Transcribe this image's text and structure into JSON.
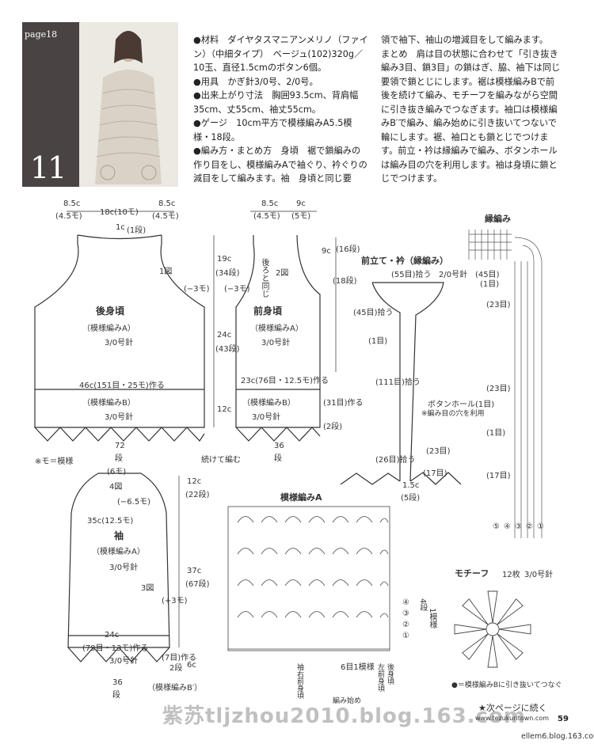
{
  "header": {
    "page_label": "page18",
    "pattern_number": "11"
  },
  "instructions": {
    "col1": "●材料　ダイヤタスマニアンメリノ（ファイン）（中細タイプ）　ベージュ(102)320g／10玉、直径1.5cmのボタン6個。\n●用具　かぎ針3/0号、2/0号。\n●出来上がり寸法　胸囲93.5cm、背肩幅35cm、丈55cm、袖丈55cm。\n●ゲージ　10cm平方で模様編みA5.5模様・18段。\n●編み方・まとめ方　身頃　裾で鎖編みの作り目をし、模様編みAで袖ぐり、衿ぐりの減目をして編みます。袖　身頃と同じ要",
    "col2": "領で袖下、袖山の増減目をして編みます。\nまとめ　肩は目の状態に合わせて「引き抜き編み3目、鎖3目」の鎖はぎ、脇、袖下は同じ要領で鎖とじにします。裾は模様編みBで前後を続けて編み、モチーフを編みながら空間に引き抜き編みでつなぎます。袖口は模様編みB′で編み、編み始めに引き抜いてつないで輪にします。裾、袖口とも鎖とじでつけます。前立・衿は縁編みで編み、ボタンホールは編み目の穴を利用します。袖は身頃に鎖とじでつけます。"
  },
  "back": {
    "fig": "1図",
    "title": "後身頃",
    "pattern": "（模様編みA）",
    "needle": "3/0号針",
    "dim_left": "8.5c",
    "dim_left_sub": "(4.5モ)",
    "dim_mid": "18c(10モ)",
    "dim_right": "8.5c",
    "dim_right_sub": "(4.5モ)",
    "neck": "1c",
    "neck_rows": "(1段)",
    "h1": "19c",
    "h1_rows": "(34段)",
    "dec": "(−3モ)",
    "h2": "24c",
    "h2_rows": "(43段)",
    "h3": "12c",
    "cast_on": "46c(151目・25モ)作る",
    "border": "（模様編みB）",
    "border_needle": "3/0号針",
    "bottom": "72",
    "bottom_unit": "段",
    "note": "※モ＝模様"
  },
  "front": {
    "fig": "2図",
    "title": "前身頃",
    "pattern": "（模様編みA）",
    "needle": "3/0号針",
    "dim_left": "8.5c",
    "dim_left_sub": "(4.5モ)",
    "dim_right": "9c",
    "dim_right_sub": "(5モ)",
    "dec": "(−3モ)",
    "same_as_back": "後ろと同じ",
    "neck_h": "9c",
    "neck_rows": "(16段)",
    "neck_rows2": "(18段)",
    "cast_on": "23c(76目・12.5モ)作る",
    "border": "（模様編みB）",
    "border_needle": "3/0号針",
    "side_rows": "(31目)作る",
    "side_rows2": "(2段)",
    "bottom": "36",
    "bottom_unit": "段",
    "continue": "続けて編む"
  },
  "band": {
    "title": "前立て・衿（縁編み）",
    "pick1": "(55目)拾う",
    "needle": "2/0号針",
    "pick2": "(45目)拾う",
    "r1": "(1目)",
    "pick3": "(111目)拾う",
    "buttonhole": "ボタンホール(1目)",
    "buttonhole_note": "※編み目の穴を利用",
    "r23": "(23目)",
    "pick4": "(26目)拾う",
    "r17": "(17目)",
    "width": "1.5c",
    "width_rows": "(5段)"
  },
  "edging": {
    "title": "縁編み",
    "e45": "(45目)",
    "e1a": "(1目)",
    "e23a": "(23目)",
    "e23b": "(23目)",
    "e1b": "(1目)",
    "e17": "(17目)",
    "nums": [
      "⑤",
      "④",
      "③",
      "②",
      "①"
    ]
  },
  "sleeve": {
    "fig": "4図",
    "fig2": "3図",
    "top": "(6モ)",
    "dec": "(−6.5モ)",
    "width": "35c(12.5モ)",
    "title": "袖",
    "pattern": "（模様編みA）",
    "needle": "3/0号針",
    "h1": "12c",
    "h1_rows": "(22段)",
    "h2": "37c",
    "h2_rows": "(67段)",
    "inc": "(+3モ)",
    "cast_on": "24c",
    "cast_on2": "(79目・13モ)作る",
    "border_needle": "3/0号針",
    "r7": "(7目)作る",
    "r2": "2段",
    "h3": "6c",
    "border": "（模様編みB′）",
    "bottom": "36",
    "bottom_unit": "段"
  },
  "pattern_a": {
    "title": "模様編みA",
    "repeat": "6目1模様",
    "sleeve_front": "袖右前身頃",
    "left_front": "左前身頃",
    "back": "後身頃",
    "rows": "4段",
    "rows_unit": "1模様",
    "start": "編み始め",
    "row_nums": [
      "④",
      "③",
      "②",
      "①"
    ]
  },
  "motif": {
    "title": "モチーフ",
    "count": "12枚",
    "needle": "3/0号針",
    "legend": "●＝模様編みBに引き抜いてつなぐ"
  },
  "footer": {
    "continue": "★次ページに続く",
    "url": "www.tezukuritown.com",
    "page": "59",
    "credit": "ellem6.blog.163.com",
    "watermark": "紫苏tljzhou2010.blog.163.com"
  }
}
